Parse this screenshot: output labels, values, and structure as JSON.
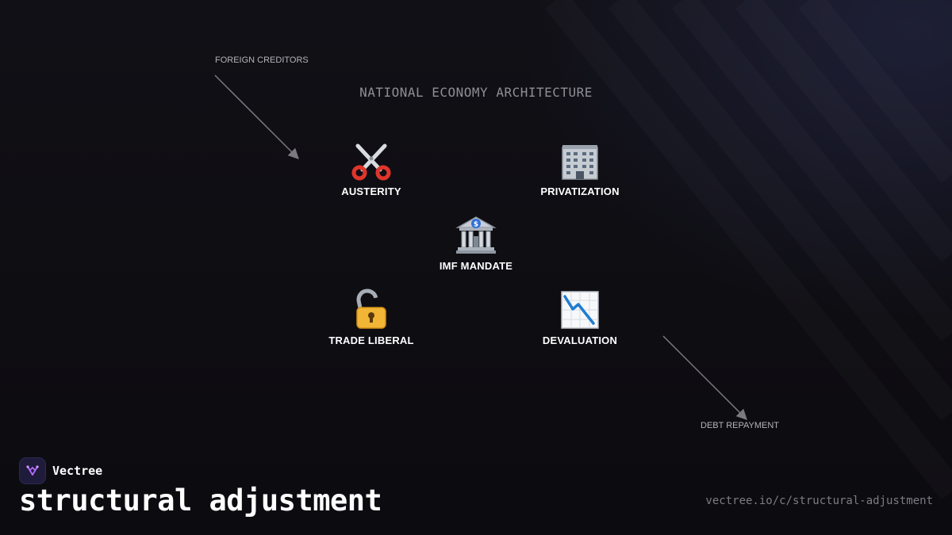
{
  "diagram": {
    "title": "NATIONAL ECONOMY ARCHITECTURE",
    "nodes": [
      {
        "id": "austerity",
        "label": "AUSTERITY",
        "icon": "scissors-icon"
      },
      {
        "id": "privatization",
        "label": "PRIVATIZATION",
        "icon": "office-building-icon"
      },
      {
        "id": "imf-mandate",
        "label": "IMF MANDATE",
        "icon": "bank-icon"
      },
      {
        "id": "trade-liberal",
        "label": "TRADE LIBERAL",
        "icon": "unlocked-padlock-icon"
      },
      {
        "id": "devaluation",
        "label": "DEVALUATION",
        "icon": "chart-decreasing-icon"
      }
    ],
    "external": {
      "input_label": "FOREIGN CREDITORS",
      "output_label": "DEBT REPAYMENT"
    },
    "colors": {
      "background": "#0e0d12",
      "arrow": "#7a7a80",
      "title": "#8e8e95",
      "label": "#ffffff"
    }
  },
  "footer": {
    "brand_name": "Vectree",
    "page_title": "structural adjustment",
    "url": "vectree.io/c/structural-adjustment",
    "logo_icon": "vectree-logo-icon"
  }
}
